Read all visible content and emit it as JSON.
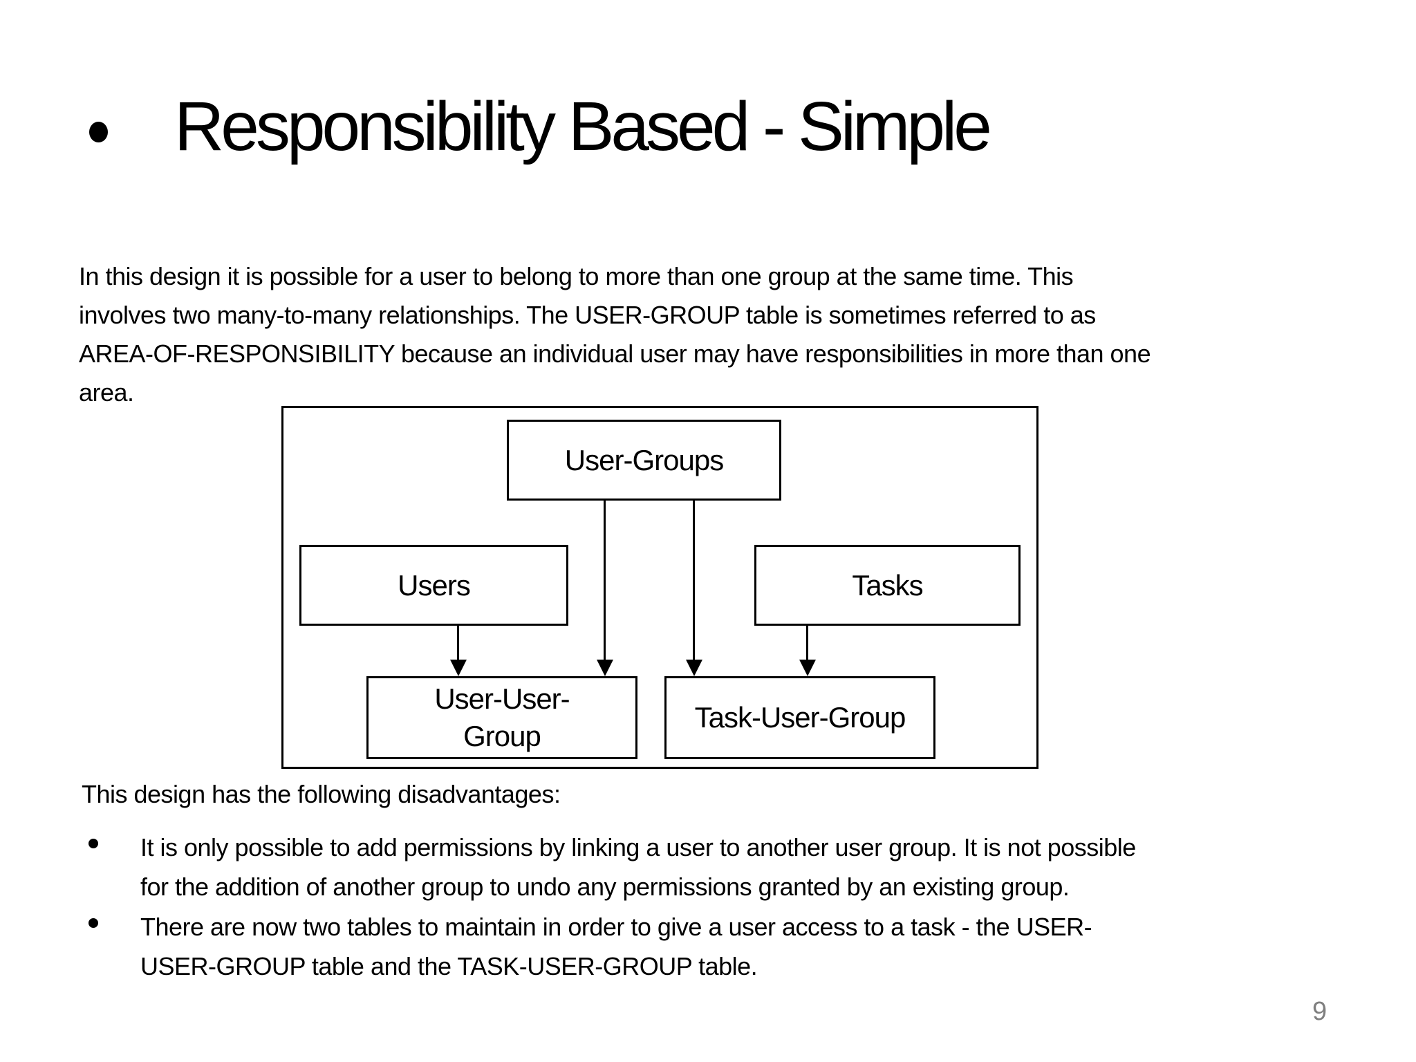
{
  "slide": {
    "title": "Responsibility Based - Simple",
    "paragraph": {
      "lines": [
        "In this design it is possible for a user to belong to more than one group at the same time. This",
        "involves two many-to-many relationships. The USER-GROUP table is sometimes referred to as",
        "AREA-OF-RESPONSIBILITY because an individual user may have responsibilities in more than one",
        "area."
      ]
    },
    "diagram": {
      "boxes": {
        "user_groups": "User-Groups",
        "users": "Users",
        "tasks": "Tasks",
        "user_user_group_line1": "User-User-",
        "user_user_group_line2": "Group",
        "task_user_group": "Task-User-Group"
      },
      "arrows": [
        {
          "from": "Users",
          "to": "User-User-Group"
        },
        {
          "from": "User-Groups",
          "to": "User-User-Group"
        },
        {
          "from": "User-Groups",
          "to": "Task-User-Group"
        },
        {
          "from": "Tasks",
          "to": "Task-User-Group"
        }
      ]
    },
    "disadvantages": {
      "heading": "This design has the following disadvantages:",
      "bullets": [
        {
          "line1": "It is only possible to add permissions by linking a user to another user group. It is not possible",
          "line2": "for the addition of another group to undo any permissions granted by an existing group."
        },
        {
          "line1": "There are now two tables to maintain in order to give a user access to a task - the USER-",
          "line2": "USER-GROUP table and the TASK-USER-GROUP table."
        }
      ]
    },
    "page_number": "9",
    "colors": {
      "background": "#ffffff",
      "text": "#000000",
      "border": "#000000",
      "page_number": "#7f7f7f"
    }
  }
}
